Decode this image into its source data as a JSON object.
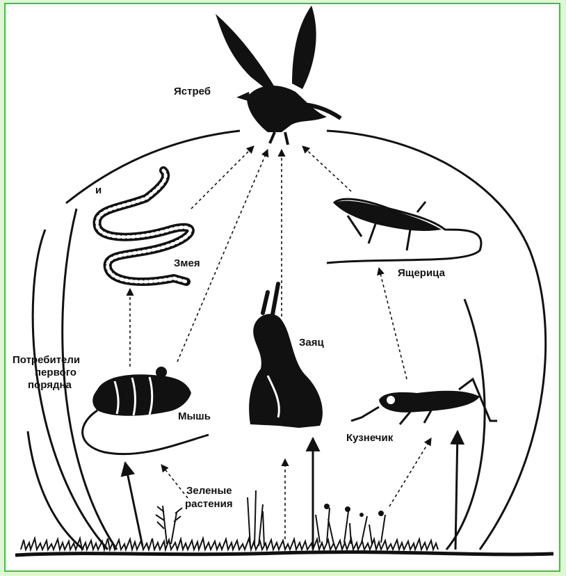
{
  "diagram": {
    "labels": {
      "hawk": "Ястреб",
      "snake": "Змея",
      "lizard": "Ящерица",
      "hare": "Заяц",
      "mouse": "Мышь",
      "grasshopper": "Кузнечик",
      "plants_line1": "Зеленые",
      "plants_line2": "растения",
      "consumers_line1": "Потребители",
      "consumers_line2": "первого",
      "consumers_line3": "порядна",
      "stray_mark": "и"
    }
  },
  "colors": {
    "background": "#dff7d6",
    "frame_border": "#37c43a",
    "ink": "#111111"
  }
}
